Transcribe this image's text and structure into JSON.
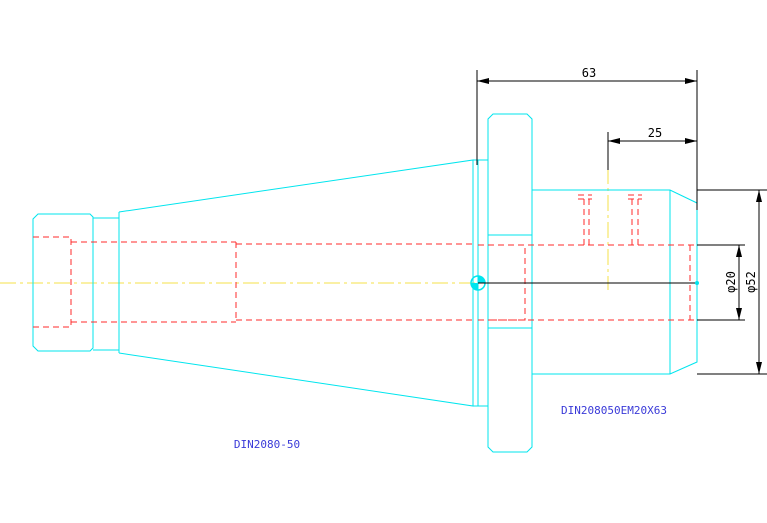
{
  "labels": {
    "left_part": "DIN2080-50",
    "right_part": "DIN208050EM20X63"
  },
  "dimensions": {
    "overall_length": "63",
    "inner_length": "25",
    "bore_diameter": "φ20",
    "outer_diameter": "φ52"
  },
  "colors": {
    "outline": "#00e5ee",
    "hidden": "#ff2b2b",
    "centerline": "#f4e24a",
    "dimension": "#000000",
    "label": "#3a3ad8"
  }
}
